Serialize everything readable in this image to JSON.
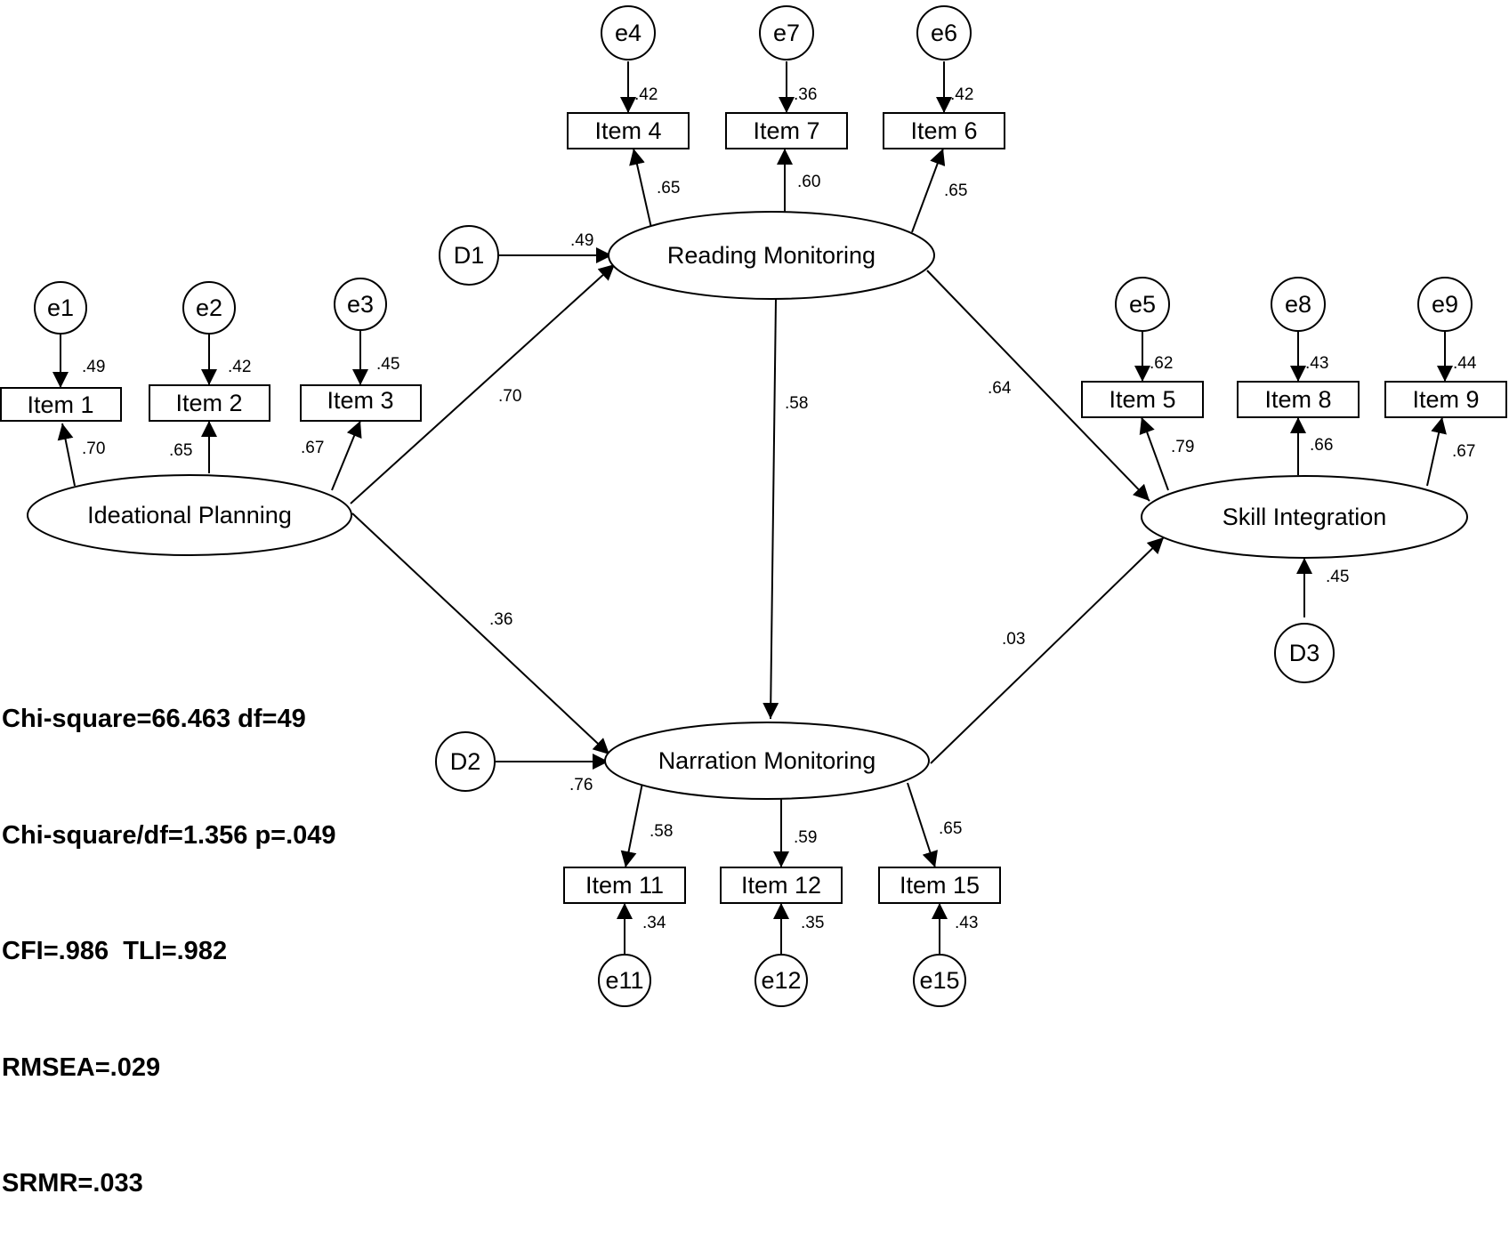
{
  "diagram": {
    "latents": {
      "ideational_planning": "Ideational Planning",
      "reading_monitoring": "Reading Monitoring",
      "narration_monitoring": "Narration Monitoring",
      "skill_integration": "Skill Integration"
    },
    "indicators": {
      "item1": "Item 1",
      "item2": "Item 2",
      "item3": "Item 3",
      "item4": "Item 4",
      "item7": "Item 7",
      "item6": "Item 6",
      "item5": "Item 5",
      "item8": "Item 8",
      "item9": "Item 9",
      "item11": "Item 11",
      "item12": "Item 12",
      "item15": "Item 15"
    },
    "errors": {
      "e1": "e1",
      "e2": "e2",
      "e3": "e3",
      "e4": "e4",
      "e7": "e7",
      "e6": "e6",
      "e5": "e5",
      "e8": "e8",
      "e9": "e9",
      "e11": "e11",
      "e12": "e12",
      "e15": "e15"
    },
    "disturbances": {
      "D1": "D1",
      "D2": "D2",
      "D3": "D3"
    },
    "coefficients": {
      "ip_item1": ".70",
      "ip_item2": ".65",
      "ip_item3": ".67",
      "e1_item1": ".49",
      "e2_item2": ".42",
      "e3_item3": ".45",
      "rm_item4": ".65",
      "rm_item7": ".60",
      "rm_item6": ".65",
      "e4_item4": ".42",
      "e7_item7": ".36",
      "e6_item6": ".42",
      "si_item5": ".79",
      "si_item8": ".66",
      "si_item9": ".67",
      "e5_item5": ".62",
      "e8_item8": ".43",
      "e9_item9": ".44",
      "nm_item11": ".58",
      "nm_item12": ".59",
      "nm_item15": ".65",
      "e11_item11": ".34",
      "e12_item12": ".35",
      "e15_item15": ".43",
      "d1_rm": ".49",
      "d2_nm": ".76",
      "d3_si": ".45",
      "ip_rm": ".70",
      "ip_nm": ".36",
      "rm_nm": ".58",
      "rm_si": ".64",
      "nm_si": ".03"
    },
    "fit_stats": [
      "Chi-square=66.463 df=49",
      "Chi-square/df=1.356 p=.049",
      "CFI=.986  TLI=.982",
      "RMSEA=.029",
      "SRMR=.033"
    ]
  }
}
